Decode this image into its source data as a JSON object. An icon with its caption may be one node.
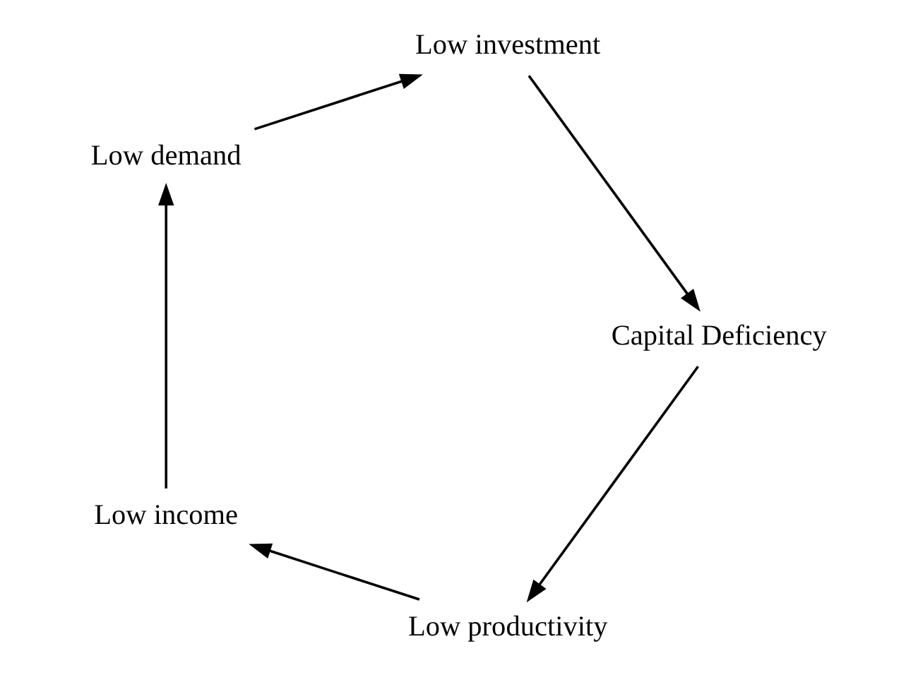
{
  "diagram": {
    "nodes": [
      {
        "text": [
          "Low productivity"
        ]
      },
      {
        "text": [
          "Low income"
        ]
      },
      {
        "text": [
          "Low demand"
        ]
      },
      {
        "text": [
          "Low investment"
        ]
      },
      {
        "text": [
          "Capital Deficiency"
        ]
      }
    ],
    "edges": [
      {
        "from": 0,
        "to": 1,
        "arrow": "to"
      },
      {
        "from": 1,
        "to": 2,
        "arrow": "to"
      },
      {
        "from": 2,
        "to": 3,
        "arrow": "to"
      },
      {
        "from": 3,
        "to": 4,
        "arrow": "to"
      },
      {
        "from": 4,
        "to": 0,
        "arrow": "to"
      }
    ]
  }
}
